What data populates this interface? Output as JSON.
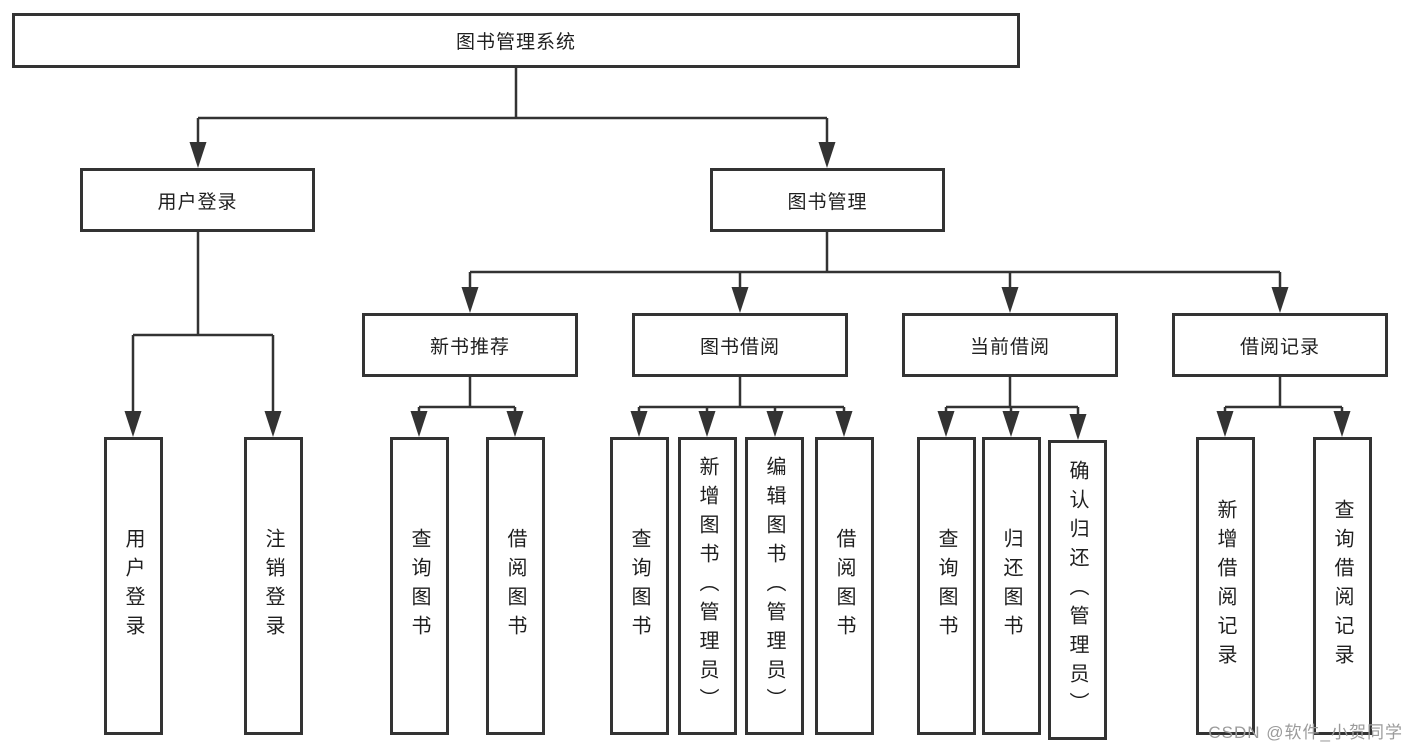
{
  "colors": {
    "line": "#333333",
    "box_border": "#333333",
    "text": "#1f1f1f",
    "background": "#ffffff",
    "watermark": "#9b9b9b"
  },
  "watermark": {
    "text": "CSDN @软件_小贺同学"
  },
  "tree": {
    "label": "图书管理系统",
    "children": [
      {
        "label": "用户登录",
        "children": [
          {
            "label": "用户登录"
          },
          {
            "label": "注销登录"
          }
        ]
      },
      {
        "label": "图书管理",
        "children": [
          {
            "label": "新书推荐",
            "children": [
              {
                "label": "查询图书"
              },
              {
                "label": "借阅图书"
              }
            ]
          },
          {
            "label": "图书借阅",
            "children": [
              {
                "label": "查询图书"
              },
              {
                "label": "新增图书（管理员）"
              },
              {
                "label": "编辑图书（管理员）"
              },
              {
                "label": "借阅图书"
              }
            ]
          },
          {
            "label": "当前借阅",
            "children": [
              {
                "label": "查询图书"
              },
              {
                "label": "归还图书"
              },
              {
                "label": "确认归还（管理员）"
              }
            ]
          },
          {
            "label": "借阅记录",
            "children": [
              {
                "label": "新增借阅记录"
              },
              {
                "label": "查询借阅记录"
              }
            ]
          }
        ]
      }
    ]
  }
}
